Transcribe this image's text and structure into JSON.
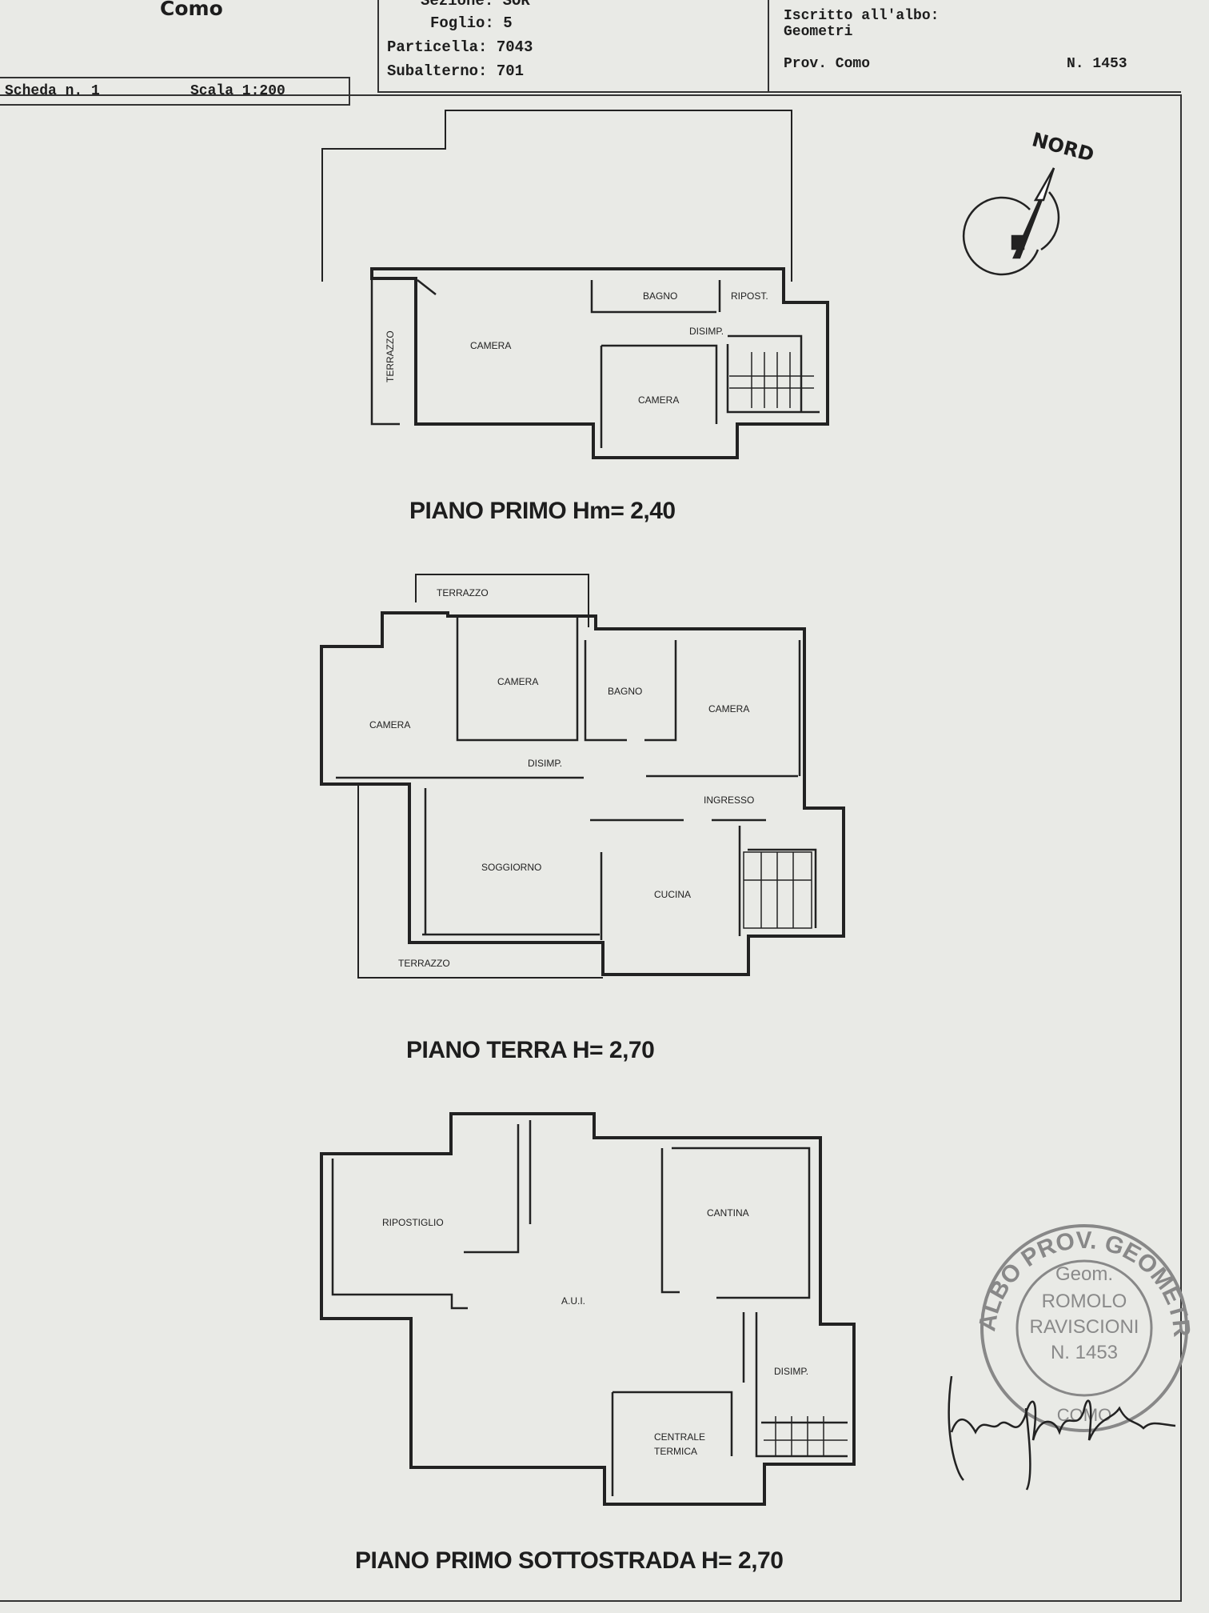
{
  "header": {
    "city": "Como",
    "sezione_label": "Sezione:",
    "sezione_value": "SOR",
    "foglio_label": "Foglio:",
    "foglio_value": "5",
    "particella_label": "Particella:",
    "particella_value": "7043",
    "subalterno_label": "Subalterno:",
    "subalterno_value": "701",
    "albo_line1": "Iscritto all'albo:",
    "albo_line2": "Geometri",
    "prov": "Prov. Como",
    "numero": "N. 1453",
    "scheda": "Scheda n. 1",
    "scala": "Scala 1:200"
  },
  "compass": {
    "label": "NORD"
  },
  "floors": {
    "primo": {
      "title": "PIANO PRIMO  Hm= 2,40",
      "rooms": {
        "bagno": "BAGNO",
        "ripost": "RIPOST.",
        "disimp": "DISIMP.",
        "camera1": "CAMERA",
        "camera2": "CAMERA",
        "terrazzo": "TERRAZZO"
      }
    },
    "terra": {
      "title": "PIANO TERRA  H= 2,70",
      "rooms": {
        "terrazzo_top": "TERRAZZO",
        "camera1": "CAMERA",
        "camera2": "CAMERA",
        "bagno": "BAGNO",
        "camera3": "CAMERA",
        "disimp": "DISIMP.",
        "ingresso": "INGRESSO",
        "soggiorno": "SOGGIORNO",
        "cucina": "CUCINA",
        "terrazzo_bottom": "TERRAZZO"
      }
    },
    "sottostrada": {
      "title": "PIANO PRIMO SOTTOSTRADA  H= 2,70",
      "rooms": {
        "ripostiglio": "RIPOSTIGLIO",
        "cantina": "CANTINA",
        "aui": "A.U.I.",
        "disimp": "DISIMP.",
        "centrale1": "CENTRALE",
        "centrale2": "TERMICA"
      }
    }
  },
  "stamp": {
    "ring_text": "ALBO PROV. GEOMETRI",
    "bottom_text": "COMO",
    "line1": "Geom.",
    "line2": "ROMOLO",
    "line3": "RAVISCIONI",
    "line4": "N. 1453"
  }
}
